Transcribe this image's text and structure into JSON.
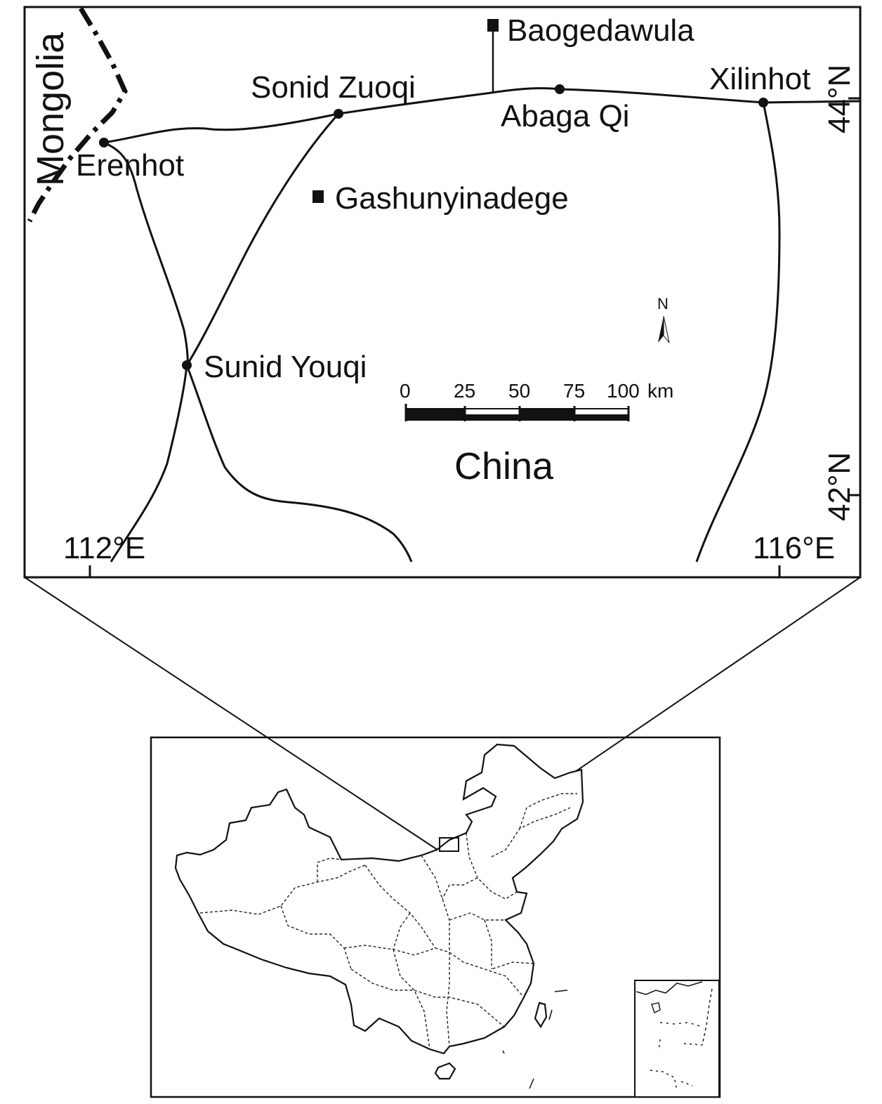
{
  "main_map": {
    "cities": [
      {
        "name": "Erenhot"
      },
      {
        "name": "Sonid Zuoqi"
      },
      {
        "name": "Abaga Qi"
      },
      {
        "name": "Xilinhot"
      },
      {
        "name": "Sunid Youqi"
      }
    ],
    "sites": [
      {
        "name": "Baogedawula"
      },
      {
        "name": "Gashunyinadege"
      }
    ],
    "country_labels": {
      "neighbor": "Mongolia",
      "main": "China"
    },
    "graticule": {
      "lon_left": "112°E",
      "lon_right": "116°E",
      "lat_top": "44°N",
      "lat_bottom": "42°N"
    },
    "north_arrow": {
      "label": "N"
    },
    "scale_bar": {
      "ticks": [
        "0",
        "25",
        "50",
        "75",
        "100"
      ],
      "unit": "km"
    }
  },
  "inset_map": {
    "description_visible": false
  },
  "colors": {
    "ink": "#111111",
    "background": "#ffffff"
  }
}
